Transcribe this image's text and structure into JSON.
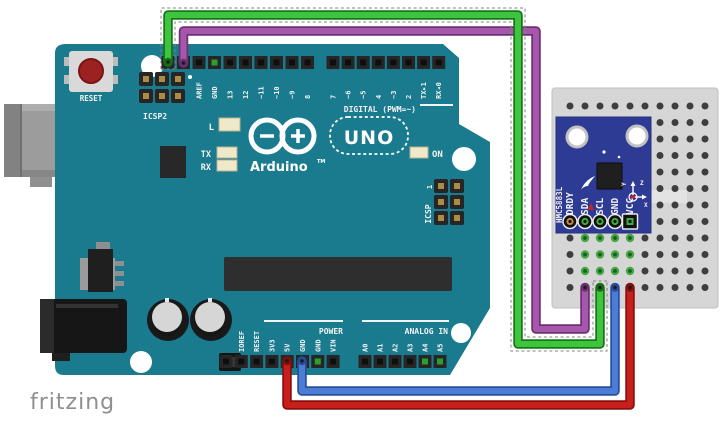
{
  "watermark": "fritzing",
  "arduino": {
    "name": "Arduino UNO",
    "brand": "Arduino",
    "trademark": "TM",
    "model": "UNO",
    "board_color": "#1a7b8e",
    "silkscreen": {
      "reset": "RESET",
      "icsp2": "ICSP2",
      "icsp": "ICSP",
      "icsp_pin1": "1",
      "led_l": "L",
      "led_tx": "TX",
      "led_rx": "RX",
      "led_on": "ON",
      "digital_caption": "DIGITAL (PWM=~)",
      "power_caption": "POWER",
      "analog_caption": "ANALOG IN"
    },
    "headers": {
      "digital_left": [
        "",
        "",
        "AREF",
        "GND",
        "13",
        "12",
        "~11",
        "~10",
        "~9",
        "8"
      ],
      "digital_right": [
        "7",
        "~6",
        "~5",
        "4",
        "~3",
        "2",
        "TX▸1",
        "RX◂0"
      ],
      "power": [
        "",
        "IOREF",
        "RESET",
        "3V3",
        "5V",
        "GND",
        "GND",
        "VIN"
      ],
      "analog": [
        "A0",
        "A1",
        "A2",
        "A3",
        "A4",
        "A5"
      ]
    },
    "highlighted_pins": {
      "digital_left": [
        3
      ],
      "power": [
        6
      ],
      "analog": [
        4,
        5
      ]
    }
  },
  "module": {
    "name": "HMC5883L",
    "pins": [
      "DRDY",
      "SDA",
      "SCL",
      "GND",
      "VCC"
    ],
    "axis_labels": {
      "x": "X",
      "y": "Y",
      "z": "Z"
    },
    "board_color": "#2e3b94"
  },
  "breadboard": {
    "cols": 10,
    "rows": 12
  },
  "wires": [
    {
      "name": "scl-wire",
      "color": "#3ec43e",
      "outline": "#187818",
      "end": "#127012",
      "selected": true
    },
    {
      "name": "sda-wire",
      "color": "#a558ab",
      "outline": "#6f2f75",
      "end": "#693070"
    },
    {
      "name": "gnd-wire",
      "color": "#4b7cd6",
      "outline": "#2a4f9e",
      "end": "#274b98"
    },
    {
      "name": "5v-wire",
      "color": "#c71f1b",
      "outline": "#8a100e",
      "end": "#830f0d"
    }
  ]
}
